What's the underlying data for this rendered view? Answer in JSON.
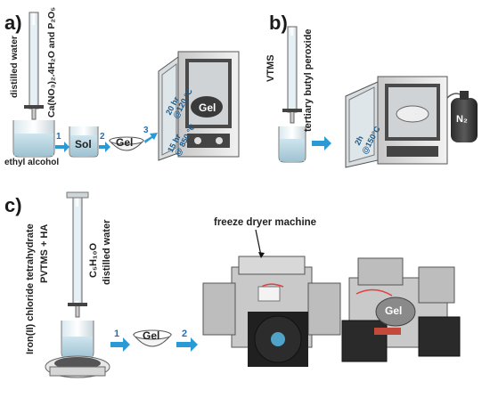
{
  "panel_a": {
    "label": "a)",
    "reagents_line1": "distilled water",
    "reagents_line2": "Ca(NO₃)₂.4H₂O and P₂O₅",
    "solvent": "ethyl alcohol",
    "sol": "Sol",
    "gel": "Gel",
    "oven_gel": "Gel",
    "oven_step1": "20 hr",
    "oven_temp1": "@120 °C",
    "oven_step2": "15 hr",
    "oven_temp2": "@ 850 °C",
    "steps": [
      "1",
      "2",
      "3"
    ]
  },
  "panel_b": {
    "label": "b)",
    "reagent1": "VTMS",
    "reagent2": "tertiary butyl peroxide",
    "oven_time": "2h",
    "oven_temp": "@150°C",
    "gas": "N₂"
  },
  "panel_c": {
    "label": "c)",
    "reagent1": "Iron(II) chloride tetrahydrate",
    "reagent2": "PVTMS + HA",
    "reagent3": "C₅H₁₀O",
    "reagent4": "distilled water",
    "gel": "Gel",
    "dryer_gel": "Gel",
    "machine": "freeze dryer machine",
    "steps": [
      "1",
      "2"
    ]
  },
  "colors": {
    "arrow": "#2a9ad6",
    "step_text": "#1f6fbf",
    "oven_door": "#1d5a8a"
  }
}
